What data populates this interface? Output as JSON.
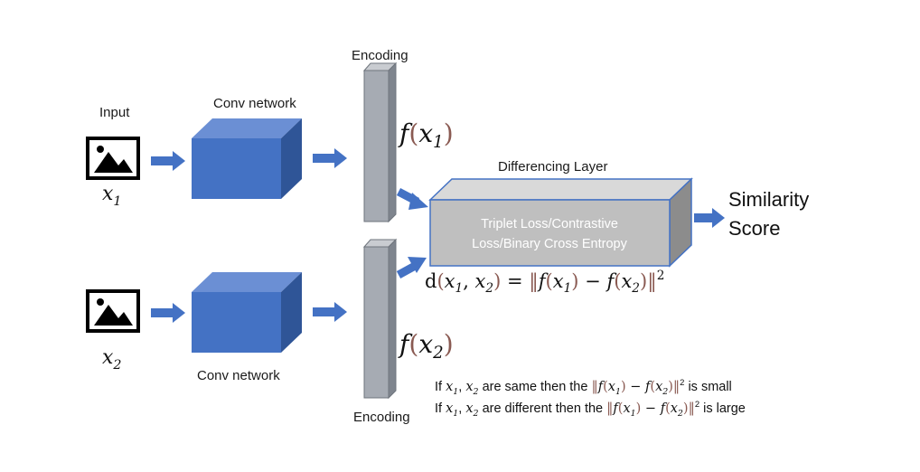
{
  "labels": {
    "input": "Input",
    "conv_network_top": "Conv network",
    "conv_network_bottom": "Conv network",
    "encoding_top": "Encoding",
    "encoding_bottom": "Encoding",
    "differencing_layer": "Differencing Layer",
    "loss_line1": "Triplet Loss/Contrastive",
    "loss_line2": "Loss/Binary Cross Entropy",
    "similarity_line1": "Similarity",
    "similarity_line2": "Score"
  },
  "math": {
    "x": "x",
    "sub1": "1",
    "sub2": "2",
    "f": "f",
    "distance_prefix": "d",
    "distance_eq": "=",
    "norm": "‖",
    "minus": "−",
    "square": "2"
  },
  "notes": {
    "line1_prefix": "If",
    "line1_mid": "are same then the",
    "line1_suffix": "is small",
    "line2_prefix": "If",
    "line2_mid": "are different then the",
    "line2_suffix": "is large"
  },
  "colors": {
    "conv_front": "#4472c4",
    "conv_top": "#6b8fd4",
    "conv_side": "#2f5597",
    "encoding_front": "#a6abb3",
    "encoding_top": "#c9ccd1",
    "encoding_side": "#7f858e",
    "diff_front": "#bfbfbf",
    "diff_top": "#d9d9d9",
    "diff_side": "#8c8c8c",
    "arrow": "#4472c4",
    "paren": "#8a5a52"
  }
}
